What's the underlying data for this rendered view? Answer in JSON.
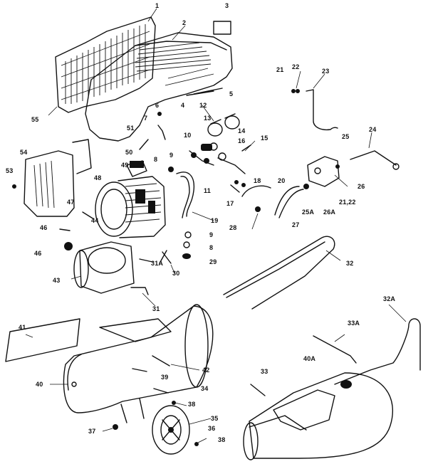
{
  "diagram": {
    "palette": {
      "ink": "#111111",
      "paper": "#ffffff"
    },
    "part_labels": [
      "1",
      "2",
      "3",
      "4",
      "5",
      "6",
      "7",
      "8",
      "9",
      "10",
      "11",
      "12",
      "13",
      "14",
      "15",
      "16",
      "17",
      "18",
      "19",
      "20",
      "21",
      "22",
      "23",
      "24",
      "25",
      "26",
      "21,22",
      "25A",
      "26A",
      "27",
      "28",
      "9",
      "8",
      "29",
      "30",
      "31A",
      "31",
      "32",
      "32A",
      "33A",
      "33",
      "40A",
      "41",
      "40",
      "42",
      "39",
      "34",
      "38",
      "35",
      "36",
      "37",
      "38",
      "43",
      "46",
      "46",
      "47",
      "48",
      "49",
      "50",
      "51",
      "53",
      "54",
      "55",
      "44"
    ]
  }
}
